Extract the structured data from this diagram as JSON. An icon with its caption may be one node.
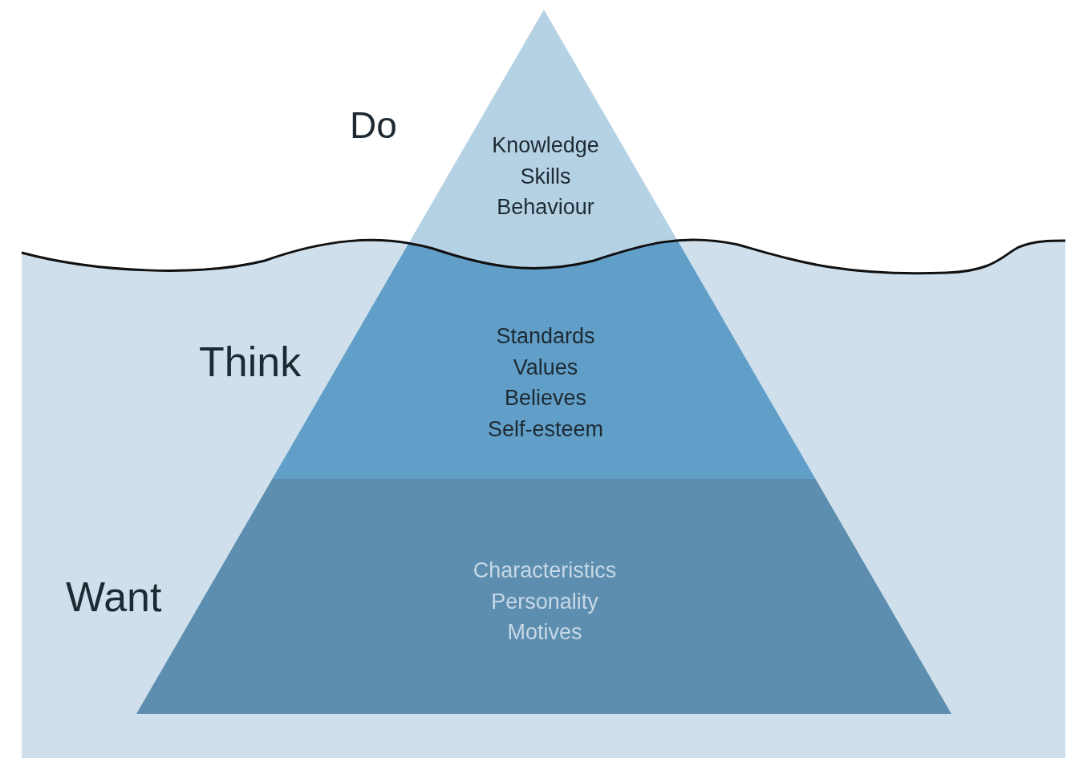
{
  "diagram": {
    "nodes": [
      {
        "text": [
          "Knowledge",
          "Skills",
          "Behaviour"
        ]
      },
      {
        "text": [
          "Standards",
          "Values",
          "Believes",
          "Self-esteem"
        ]
      },
      {
        "text": [
          "Characteristics",
          "Personality",
          "Motives"
        ]
      }
    ],
    "labels": [
      "Do",
      "Think",
      "Want"
    ]
  }
}
